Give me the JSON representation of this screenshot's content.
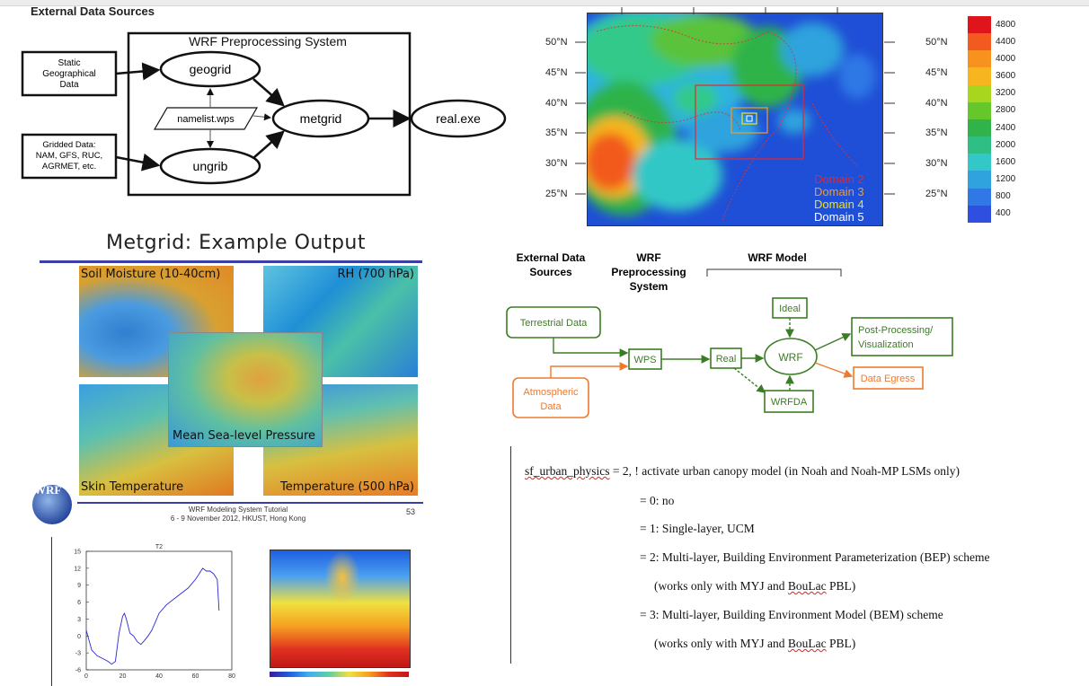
{
  "wps_flow": {
    "external_sources": "External Data Sources",
    "title": "WRF Preprocessing System",
    "static_data": [
      "Static",
      "Geographical",
      "Data"
    ],
    "gridded_data": [
      "Gridded Data:",
      "NAM, GFS, RUC,",
      "AGRMET, etc."
    ],
    "geogrid": "geogrid",
    "ungrib": "ungrib",
    "namelist": "namelist.wps",
    "metgrid": "metgrid",
    "real": "real.exe"
  },
  "domain_map": {
    "lat_labels": [
      "50°N",
      "45°N",
      "40°N",
      "35°N",
      "30°N",
      "25°N"
    ],
    "domains": [
      {
        "label": "Domain 2",
        "color": "#e8262c"
      },
      {
        "label": "Domain 3",
        "color": "#f29a2e"
      },
      {
        "label": "Domain 4",
        "color": "#f5e21a"
      },
      {
        "label": "Domain 5",
        "color": "#ffffff"
      }
    ],
    "colorbar": [
      "4800",
      "4400",
      "4000",
      "3600",
      "3200",
      "2800",
      "2400",
      "2000",
      "1600",
      "1200",
      "800",
      "400"
    ],
    "colorbar_colors": [
      "#e0151b",
      "#f25a1f",
      "#f7921e",
      "#f7b51f",
      "#a8d61e",
      "#66c72a",
      "#2fb34a",
      "#2fbf85",
      "#33c7c7",
      "#2fa3dd",
      "#2f78e6",
      "#2f4fe0"
    ]
  },
  "metgrid": {
    "title": "Metgrid: Example Output",
    "panels": {
      "soil": "Soil Moisture (10-40cm)",
      "rh": "RH (700 hPa)",
      "mslp": "Mean Sea-level Pressure",
      "skin": "Skin Temperature",
      "temp": "Temperature (500 hPa)"
    },
    "logo": "WRF",
    "footer_line1": "WRF Modeling System Tutorial",
    "footer_line2": "6 - 9 November 2012, HKUST, Hong Kong",
    "page_number": "53"
  },
  "wrf_flow": {
    "col1": [
      "External Data",
      "Sources"
    ],
    "col2": [
      "WRF",
      "Preprocessing",
      "System"
    ],
    "col3": "WRF Model",
    "terrestrial": "Terrestrial Data",
    "atmospheric": [
      "Atmospheric",
      "Data"
    ],
    "wps": "WPS",
    "real": "Real",
    "ideal": "Ideal",
    "wrf": "WRF",
    "wrfda": "WRFDA",
    "post": [
      "Post-Processing/",
      "Visualization"
    ],
    "egress": "Data Egress",
    "green": "#3b7d24",
    "orange": "#ee7a2e"
  },
  "namelist_text": {
    "line1_key": "sf_urban_physics",
    "line1_rest": " = 2, ! activate urban canopy model (in Noah and Noah-MP LSMs only)",
    "opt0": "= 0: no",
    "opt1": "= 1: Single-layer, UCM",
    "opt2a": "= 2: Multi-layer, Building Environment Parameterization (BEP) scheme",
    "opt2b_pre": "(works only with MYJ and ",
    "opt2b_u": "BouLac",
    "opt2b_post": " PBL)",
    "opt3a": "= 3: Multi-layer, Building Environment Model (BEM) scheme",
    "opt3b_pre": "(works only with MYJ and ",
    "opt3b_u": "BouLac",
    "opt3b_post": " PBL)"
  },
  "chart_data": {
    "type": "line",
    "title": "T2",
    "xlim": [
      0,
      80
    ],
    "ylim": [
      -6,
      15
    ],
    "x_ticks": [
      "0",
      "20",
      "40",
      "60",
      "80"
    ],
    "y_ticks": [
      "15",
      "12",
      "9",
      "6",
      "3",
      "0",
      "-3",
      "-6"
    ],
    "series": [
      {
        "x": [
          0,
          3,
          6,
          9,
          12,
          14,
          16,
          18,
          20,
          21,
          22,
          24,
          26,
          28,
          30,
          32,
          34,
          36,
          38,
          40,
          44,
          48,
          52,
          56,
          60,
          62,
          64,
          66,
          68,
          70,
          72,
          73
        ],
        "y": [
          1.0,
          -2.5,
          -3.5,
          -4.0,
          -4.5,
          -5.0,
          -4.5,
          0.5,
          3.5,
          4.0,
          3.0,
          0.5,
          0.0,
          -1.0,
          -1.5,
          -0.8,
          0.0,
          1.0,
          2.5,
          4.0,
          5.5,
          6.5,
          7.5,
          8.5,
          10.0,
          11.0,
          12.0,
          11.5,
          11.5,
          11.0,
          10.0,
          4.5
        ]
      }
    ]
  }
}
